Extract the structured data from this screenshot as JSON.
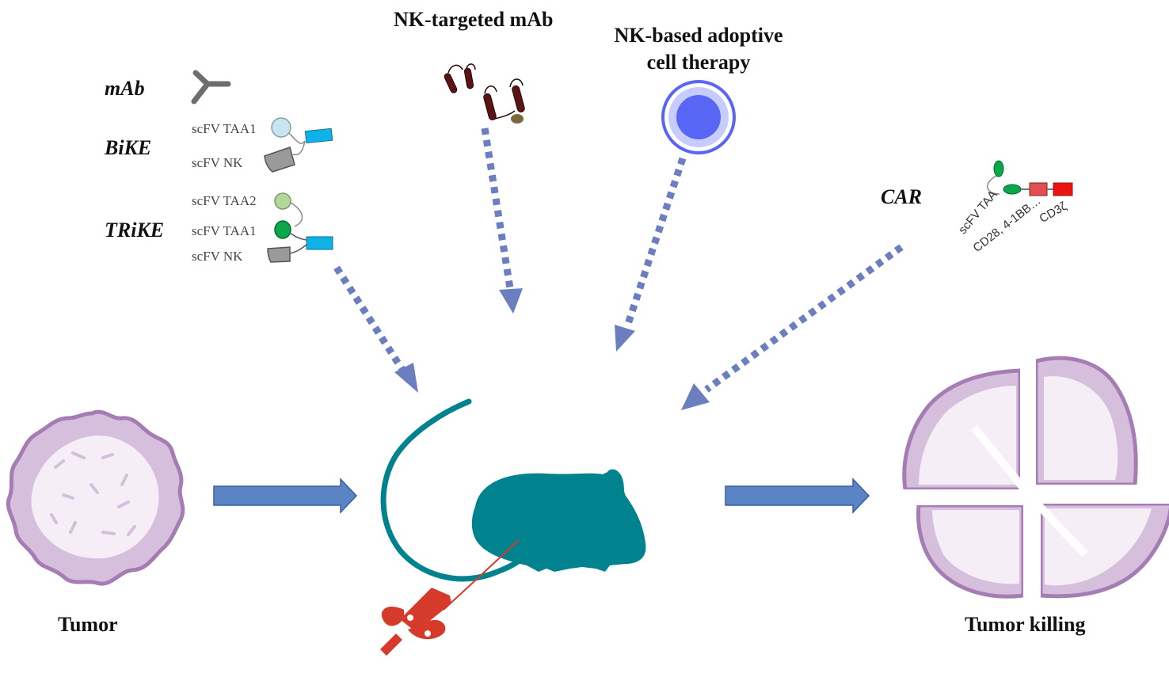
{
  "labels": {
    "mab": "mAb",
    "bike": "BiKE",
    "trike": "TRiKE",
    "car": "CAR",
    "nk_targeted_mab": "NK-targeted mAb",
    "nk_adoptive_line1": "NK-based adoptive",
    "nk_adoptive_line2": "cell therapy",
    "tumor": "Tumor",
    "tumor_killing": "Tumor killing"
  },
  "bike_domains": {
    "taa1": "scFV TAA1",
    "nk": "scFV NK"
  },
  "trike_domains": {
    "taa2": "scFV TAA2",
    "taa1": "scFV TAA1",
    "nk": "scFV NK"
  },
  "car_domains": {
    "scfv": "scFV TAA",
    "costim": "CD28, 4-1BB…",
    "cd3": "CD3ζ"
  },
  "colors": {
    "arrow_dotted": "#6b7fc0",
    "arrow_solid": "#5b84c4",
    "mouse": "#00838f",
    "syringe": "#d63a2a",
    "tumor_fill": "#d6bfdc",
    "tumor_edge": "#a57cb4",
    "nk_cell": "#5866f5",
    "mab_icon": "#6e6e6e",
    "nk_mab": "#5a1414",
    "scfv_light_blue": "#c8e4f0",
    "hinge_cyan": "#0fb2e8",
    "scfv_gray": "#9a9a9a",
    "scfv_light_green": "#b4d89a",
    "scfv_green": "#0aa84a",
    "car_red": "#e53935"
  },
  "icons": [
    "mab-antibody-icon",
    "nk-targeted-mab-icon",
    "nk-cell-icon",
    "car-construct-icon",
    "mouse-silhouette-icon",
    "syringe-icon",
    "tumor-cell-icon",
    "fragmented-tumor-cell-icon"
  ]
}
